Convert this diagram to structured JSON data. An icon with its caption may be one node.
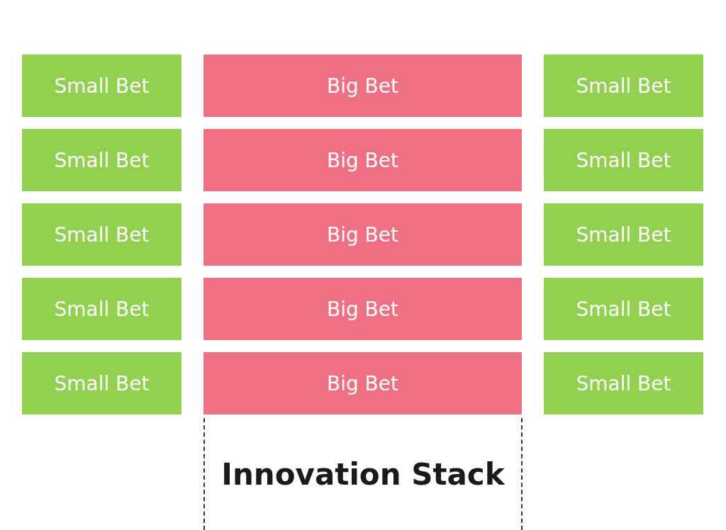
{
  "diagram": {
    "nodes": [
      {
        "text": [
          "Small Bet"
        ]
      },
      {
        "text": [
          "Big Bet"
        ]
      },
      {
        "text": [
          "Small Bet"
        ]
      },
      {
        "text": [
          "Small Bet"
        ]
      },
      {
        "text": [
          "Big Bet"
        ]
      },
      {
        "text": [
          "Small Bet"
        ]
      },
      {
        "text": [
          "Small Bet"
        ]
      },
      {
        "text": [
          "Big Bet"
        ]
      },
      {
        "text": [
          "Small Bet"
        ]
      },
      {
        "text": [
          "Small Bet"
        ]
      },
      {
        "text": [
          "Big Bet"
        ]
      },
      {
        "text": [
          "Small Bet"
        ]
      },
      {
        "text": [
          "Small Bet"
        ]
      },
      {
        "text": [
          "Big Bet"
        ]
      },
      {
        "text": [
          "Small Bet"
        ]
      },
      {
        "text": [
          "Innovation Stack"
        ]
      }
    ],
    "edges": []
  }
}
